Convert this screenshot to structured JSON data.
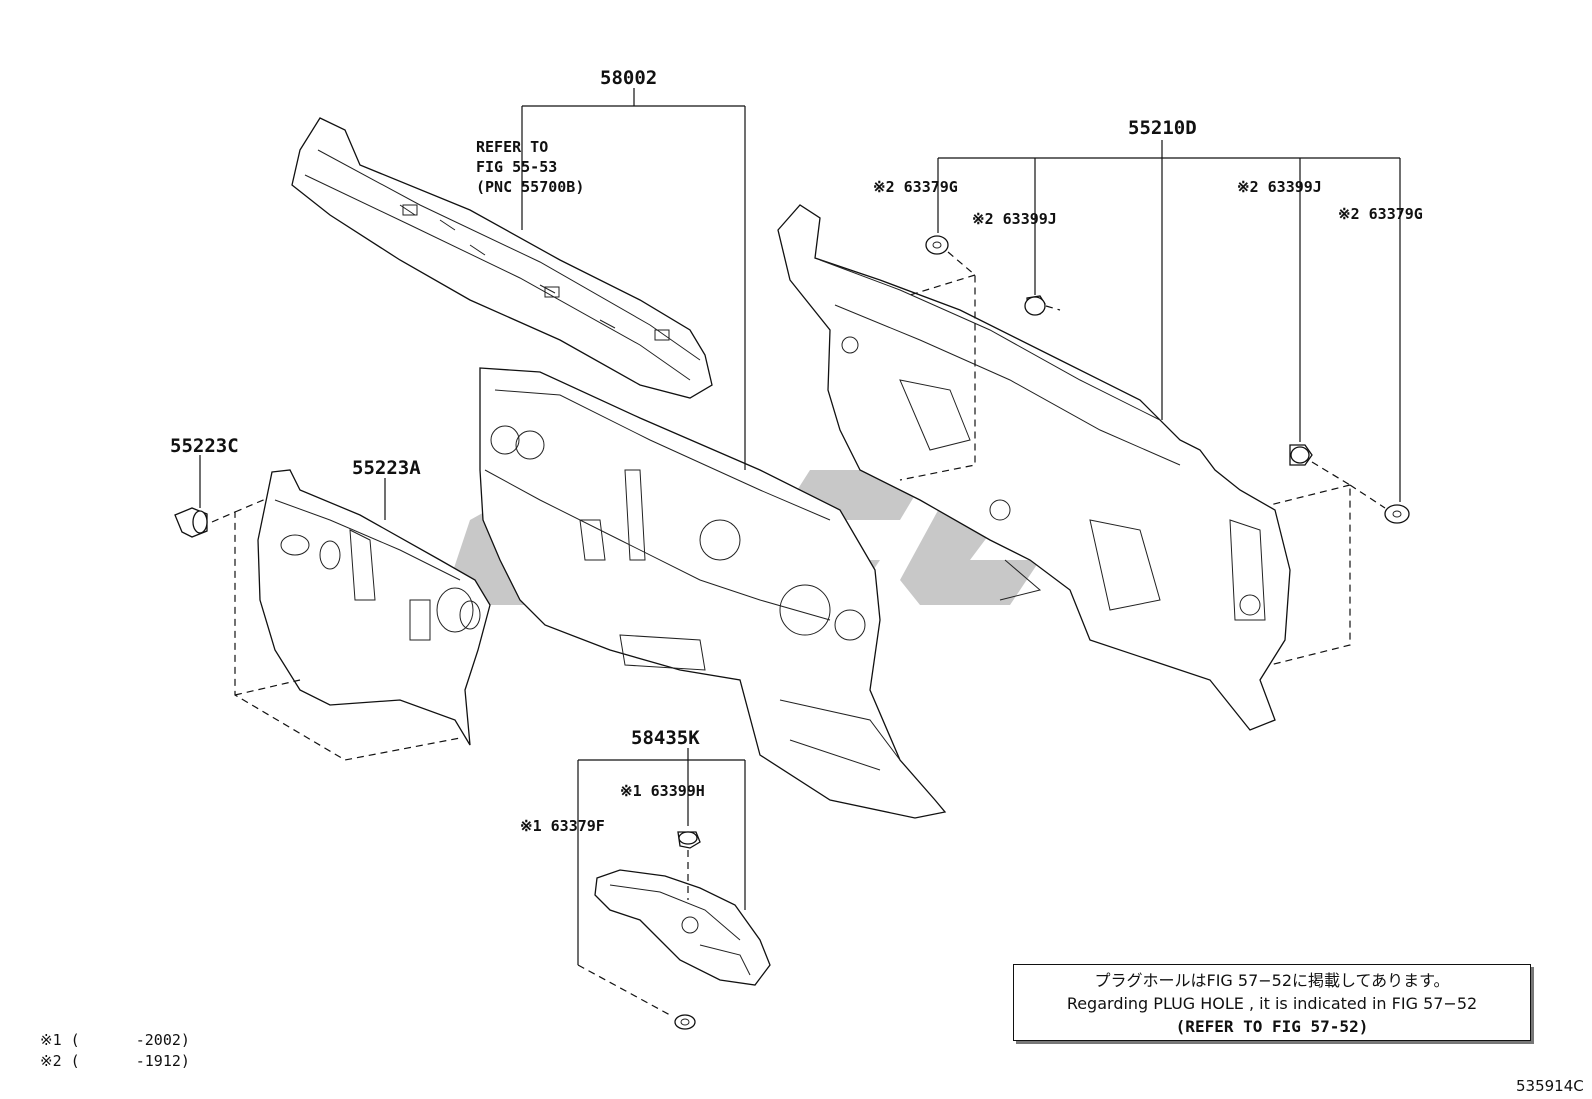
{
  "callouts": {
    "c58002": "58002",
    "refer_line1": "REFER TO",
    "refer_line2": "FIG 55-53",
    "refer_line3": "(PNC 55700B)",
    "c55210D": "55210D",
    "c63379G_left": "※2 63379G",
    "c63399J_left": "※2 63399J",
    "c63399J_right": "※2 63399J",
    "c63379G_right": "※2 63379G",
    "c55223C": "55223C",
    "c55223A": "55223A",
    "c58435K": "58435K",
    "c63399H": "※1 63399H",
    "c63379F": "※1 63379F"
  },
  "note": {
    "line1": "プラグホールはFIG 57−52に掲載してあります。",
    "line2": "Regarding PLUG HOLE , it is indicated in FIG 57−52",
    "line3": "(REFER TO FIG 57-52)"
  },
  "footnotes": [
    {
      "mark": "※1 (",
      "range": "-2002)"
    },
    {
      "mark": "※2 (",
      "range": "-1912)"
    }
  ],
  "figure_code": "535914C",
  "watermark_text": "CiC"
}
